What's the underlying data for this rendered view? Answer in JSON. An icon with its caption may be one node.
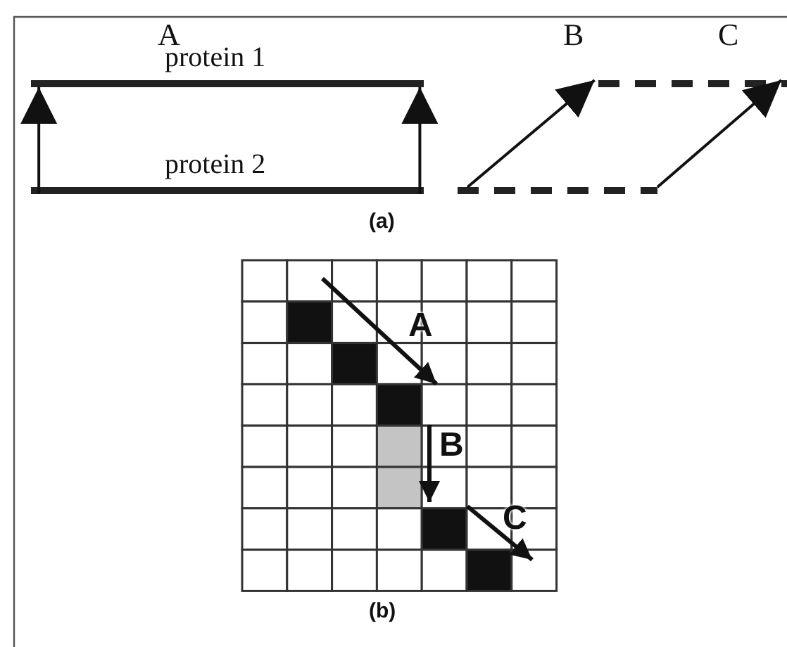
{
  "diagram": {
    "nodes": [
      {
        "text": [
          "protein 1"
        ]
      },
      {
        "text": [
          "protein 2"
        ]
      },
      {
        "text": [],
        "shape": "bar"
      },
      {
        "text": [],
        "shape": "bar"
      }
    ],
    "edges": [
      {
        "from": 1,
        "to": 0,
        "arrow": "to"
      },
      {
        "from": 1,
        "to": 0,
        "arrow": "to"
      },
      {
        "from": 2,
        "to": 3,
        "arrow": "to"
      },
      {
        "from": 2,
        "to": 3,
        "arrow": "to"
      }
    ],
    "labels": [
      "A",
      "B",
      "C",
      "(a)",
      "A",
      "B",
      "C",
      "(b)"
    ]
  }
}
